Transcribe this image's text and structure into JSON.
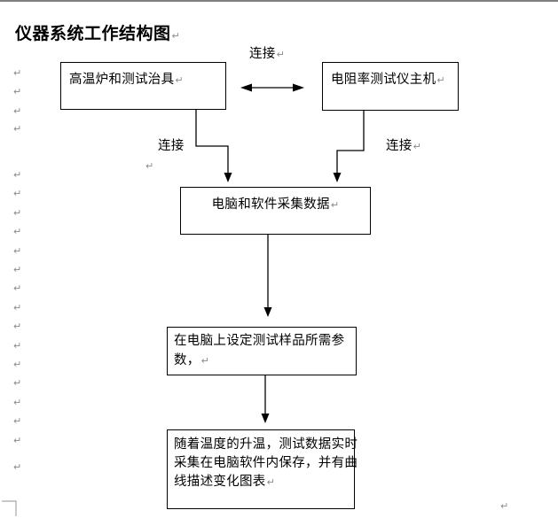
{
  "title": "仪器系统工作结构图",
  "marks": {
    "pilcrow": "↵"
  },
  "labels": {
    "connect_top": "连接",
    "connect_left": "连接",
    "connect_right": "连接"
  },
  "boxes": {
    "furnace": "高温炉和测试治具",
    "host": "电阻率测试仪主机",
    "collect": "电脑和软件采集数据",
    "params_line1": "在电脑上设定测试样品所需参",
    "params_line2": "数，",
    "result_line1": "随着温度的升温，测试数据实时",
    "result_line2": "采集在电脑软件内保存，并有曲",
    "result_line3": "线描述变化图表"
  },
  "margin_marks": {
    "glyph": "↵",
    "x": 14,
    "tops": [
      75,
      96,
      118,
      138,
      190,
      211,
      233,
      254,
      276,
      297,
      318,
      340,
      361,
      383,
      404,
      425,
      447,
      468,
      490,
      520
    ]
  },
  "colors": {
    "text": "#000000",
    "box_border": "#000000",
    "connector_line": "#000000",
    "pilcrow": "#8a8a8a",
    "top_border": "#7f7f7f",
    "corner_mark": "#a6a6a6"
  }
}
